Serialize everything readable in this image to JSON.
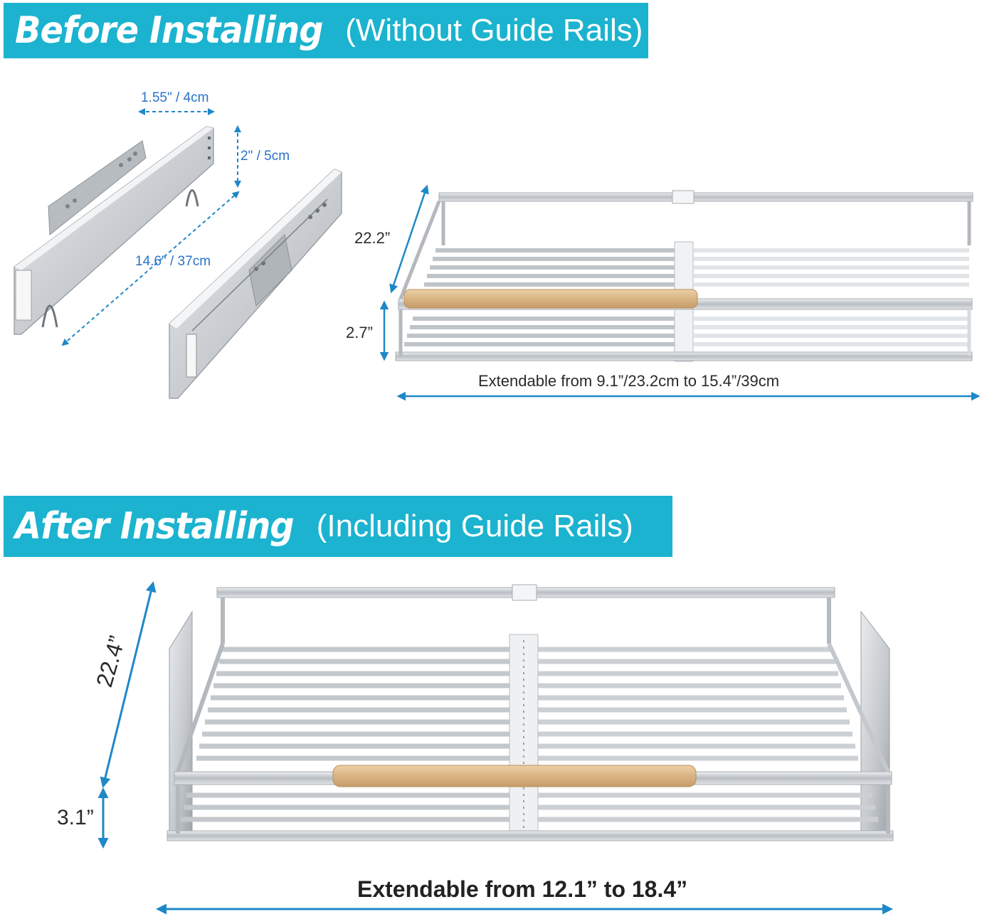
{
  "top_banner": {
    "title": "Before Installing",
    "subtitle": "(Without Guide Rails)"
  },
  "bottom_banner": {
    "title": "After Installing",
    "subtitle": "(Including Guide Rails)"
  },
  "rails_dimensions": {
    "width": "1.55\" / 4cm",
    "height": "2\" / 5cm",
    "length": "14.6\" / 37cm"
  },
  "basket_before": {
    "depth": "22.2”",
    "height": "2.7”",
    "extend_prefix": "Extendable from ",
    "extend_range": "9.1”/23.2cm to 15.4”/39cm"
  },
  "basket_after": {
    "depth": "22.4”",
    "height": "3.1”",
    "extend_prefix": "Extendable from ",
    "extend_range": "12.1” to 18.4”"
  },
  "colors": {
    "banner": "#1bb3cf",
    "dimension_blue": "#2a72c9",
    "dimension_line": "#1e88c8",
    "wood_handle": "#dcb98a",
    "steel": "#c8ccd0"
  }
}
